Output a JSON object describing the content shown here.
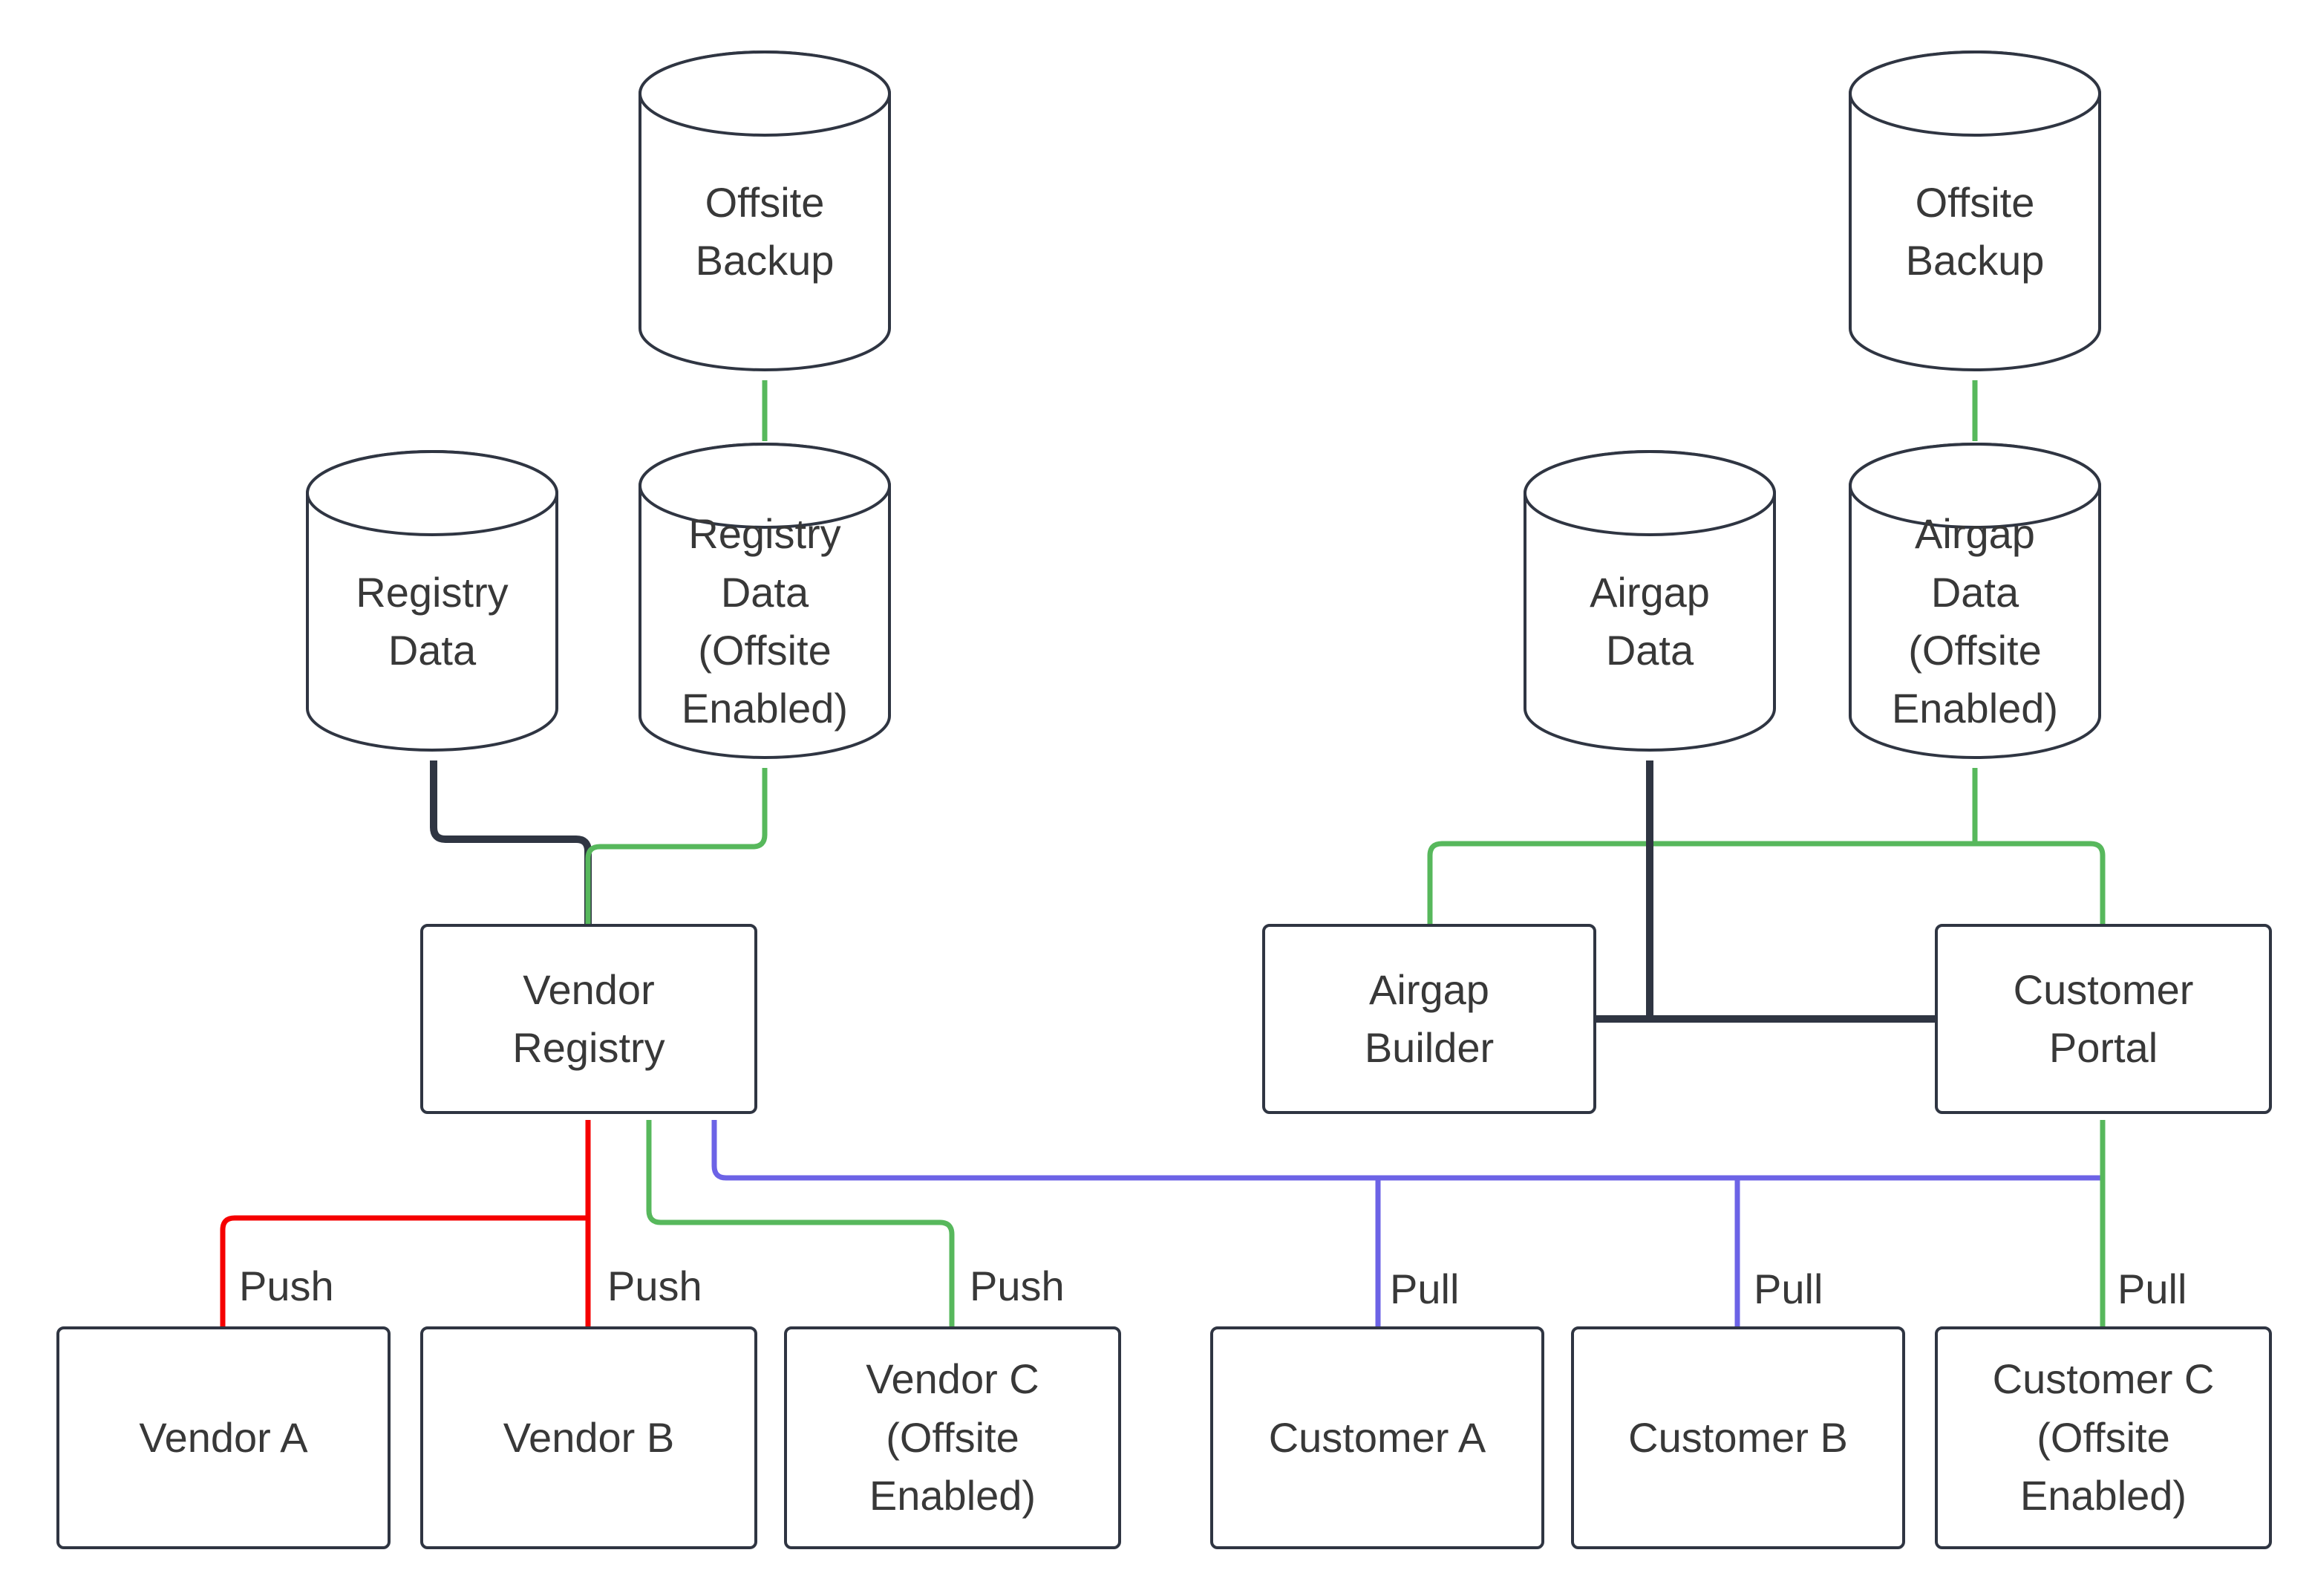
{
  "diagram": {
    "nodes": {
      "offsite_backup_left": {
        "label": "Offsite\nBackup"
      },
      "registry_data": {
        "label": "Registry\nData"
      },
      "registry_data_offsite": {
        "label": "Registry\nData\n(Offsite\nEnabled)"
      },
      "vendor_registry": {
        "label": "Vendor\nRegistry"
      },
      "vendor_a": {
        "label": "Vendor A"
      },
      "vendor_b": {
        "label": "Vendor B"
      },
      "vendor_c": {
        "label": "Vendor C\n(Offsite\nEnabled)"
      },
      "offsite_backup_right": {
        "label": "Offsite\nBackup"
      },
      "airgap_data": {
        "label": "Airgap\nData"
      },
      "airgap_data_offsite": {
        "label": "Airgap\nData\n(Offsite\nEnabled)"
      },
      "airgap_builder": {
        "label": "Airgap\nBuilder"
      },
      "customer_portal": {
        "label": "Customer\nPortal"
      },
      "customer_a": {
        "label": "Customer A"
      },
      "customer_b": {
        "label": "Customer B"
      },
      "customer_c": {
        "label": "Customer C\n(Offsite\nEnabled)"
      }
    },
    "edge_labels": {
      "push_vendor_a": "Push",
      "push_vendor_b": "Push",
      "push_vendor_c": "Push",
      "pull_customer_a": "Pull",
      "pull_customer_b": "Pull",
      "pull_customer_c": "Pull"
    },
    "colors": {
      "red": "#F50000",
      "green": "#57B85C",
      "blue": "#6C63E6",
      "dark": "#2F3542",
      "text": "#383838",
      "node_fill": "#FFFFFF"
    }
  }
}
